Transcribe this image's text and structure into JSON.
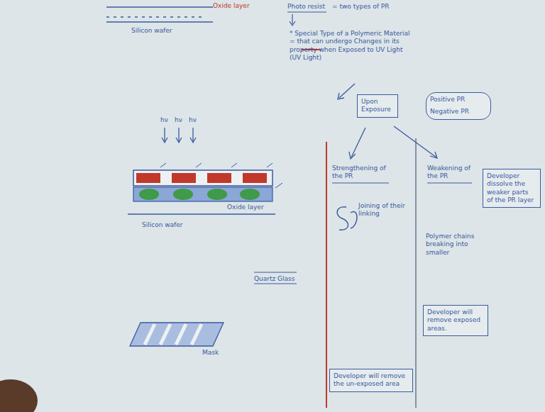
{
  "diagram": {
    "nodes": [
      {
        "text": [
          "Upon Exposure"
        ]
      },
      {
        "text": [
          "Positive PR",
          "Negative PR"
        ]
      },
      {
        "text": [
          "Developer dissolve the weaker parts of the PR layer"
        ]
      },
      {
        "text": [
          "Developer will remove the un-exposed area"
        ]
      },
      {
        "text": [
          "Developer will remove exposed areas."
        ]
      }
    ],
    "labels": [
      "Oxide layer",
      "Silicon wafer",
      "Photo resist",
      "= two types of PR",
      "* Special Type of a Polymeric Material = that can undergo Changes in its property when Exposed to UV Light (UV Light)",
      "hν",
      "hν",
      "hν",
      "Oxide layer",
      "Silicon wafer",
      "Quartz Glass",
      "Mask",
      "Strengthening of the PR",
      "Joining of their linking",
      "Weakening of the PR",
      "Polymer chains breaking into smaller"
    ]
  }
}
